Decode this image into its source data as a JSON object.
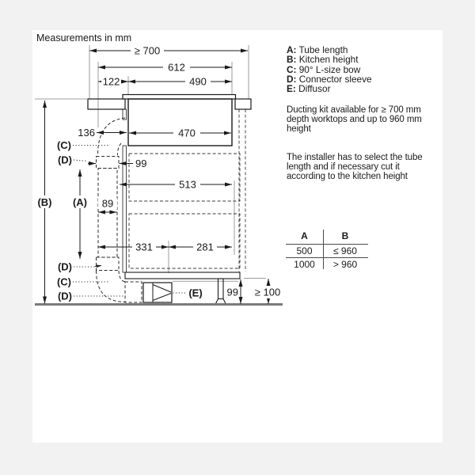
{
  "title": "Measurements in mm",
  "legend": {
    "items": [
      {
        "key": "A:",
        "label": "Tube length"
      },
      {
        "key": "B:",
        "label": "Kitchen height"
      },
      {
        "key": "C:",
        "label": "90° L-size bow"
      },
      {
        "key": "D:",
        "label": "Connector sleeve"
      },
      {
        "key": "E:",
        "label": "Diffusor"
      }
    ]
  },
  "notes": {
    "note1_line1": "Ducting kit available for ≥ 700 mm",
    "note1_line2": "depth worktops and up to 960 mm",
    "note1_line3": "height",
    "note2_line1": "The installer has to select the tube",
    "note2_line2": "length and if necessary cut it",
    "note2_line3": "according to the kitchen height"
  },
  "table": {
    "col1": "A",
    "col2": "B",
    "rows": [
      [
        "500",
        "≤ 960"
      ],
      [
        "1000",
        "> 960"
      ]
    ]
  },
  "diagram": {
    "dim_depth": "≥ 700",
    "dim_612": "612",
    "dim_122": "122",
    "dim_490": "490",
    "dim_136": "136",
    "dim_470": "470",
    "dim_99_sleeve": "99",
    "dim_513": "513",
    "dim_89": "89",
    "dim_331": "331",
    "dim_281": "281",
    "dim_99_bottom": "99",
    "dim_plinth": "≥ 100",
    "label_a": "(A)",
    "label_b": "(B)",
    "label_c": "(C)",
    "label_d": "(D)",
    "label_e": "(E)"
  },
  "colors": {
    "page_bg": "#f2f2f2",
    "card_bg": "#ffffff",
    "line": "#1a1a1a",
    "guide": "#9c9c9c",
    "floor": "#7a7a7a",
    "tube_fill": "#d3d3d3"
  }
}
